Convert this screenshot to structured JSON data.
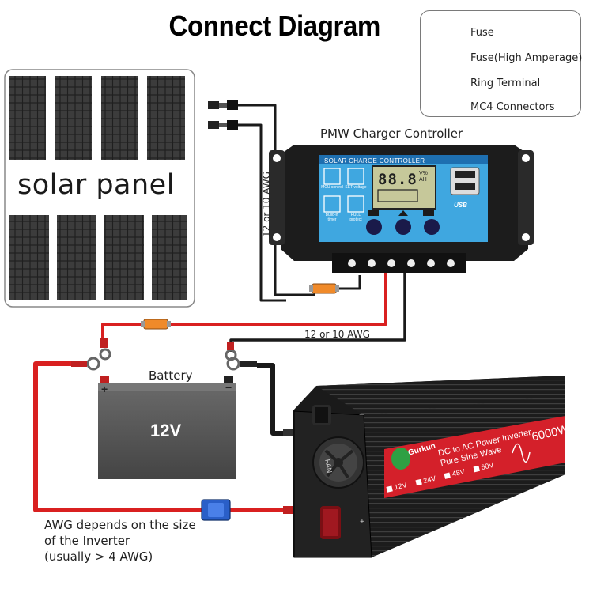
{
  "title": "Connect Diagram",
  "legend": {
    "items": [
      {
        "label": "Fuse",
        "icon": "fuse-icon"
      },
      {
        "label": "Fuse(High Amperage)",
        "icon": "high-amperage-fuse-icon"
      },
      {
        "label": "Ring Terminal",
        "icon": "ring-terminal-icon"
      },
      {
        "label": "MC4 Connectors",
        "icon": "mc4-connector-icon"
      }
    ]
  },
  "solar_panel": {
    "label": "solar panel"
  },
  "controller": {
    "title": "PMW Charger Controller",
    "header": "SOLAR CHARGE CONTROLLER",
    "lcd": "88.8",
    "lcd_unit_top": "V%",
    "lcd_unit_bottom": "AH",
    "mcu_label": "MCU control",
    "set_label": "SET voltage",
    "timer_label": "Build-in timer",
    "protect_label": "FULL protect",
    "usb_label": "USB"
  },
  "wire_labels": {
    "vertical": "12 or 10 AWG",
    "horizontal": "12 or 10 AWG"
  },
  "battery": {
    "label": "Battery",
    "voltage": "12V",
    "plus": "+",
    "minus": "−"
  },
  "inverter": {
    "brand": "Gurkun",
    "title_line1": "DC to AC Power Inverter",
    "title_line2": "Pure Sine Wave",
    "wattage": "6000W",
    "voltages": [
      "12V",
      "24V",
      "48V",
      "60V"
    ],
    "fan": "FAN",
    "plus": "+",
    "minus": "−"
  },
  "note": {
    "line1": "AWG depends on the size",
    "line2": "of the Inverter",
    "line3": "(usually  > 4 AWG)"
  },
  "colors": {
    "red_wire": "#d92020",
    "black_wire": "#1a1a1a",
    "fuse": "#f08a2a",
    "high_amp_fuse": "#2a5fc8",
    "controller_blue": "#3fa7e0",
    "inverter_red": "#d4202a",
    "battery_grey": "#5a5a5a"
  }
}
